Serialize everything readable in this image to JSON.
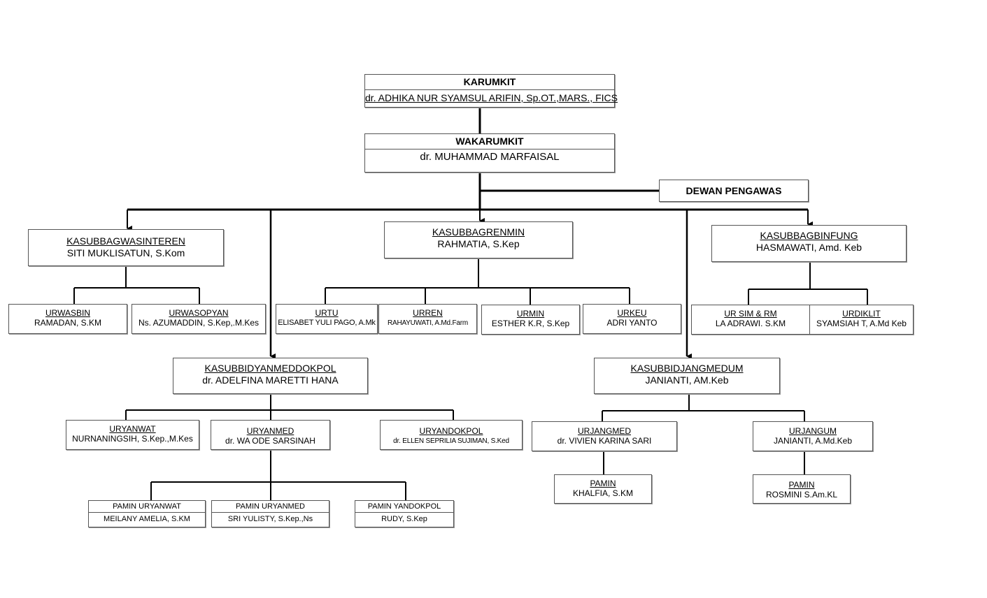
{
  "karumkit": {
    "title": "KARUMKIT",
    "name": "dr. ADHIKA NUR SYAMSUL ARIFIN, Sp.OT.,MARS., FICS"
  },
  "wakarumkit": {
    "title": "WAKARUMKIT",
    "name": "dr. MUHAMMAD MARFAISAL"
  },
  "dewan_pengawas": {
    "title": "DEWAN PENGAWAS"
  },
  "kasubbagwasinteren": {
    "title": "KASUBBAGWASINTEREN",
    "name": "SITI MUKLISATUN, S.Kom"
  },
  "kasubbagrenmin": {
    "title": "KASUBBAGRENMIN",
    "name": "RAHMATIA, S.Kep"
  },
  "kasubbagbinfung": {
    "title": "KASUBBAGBINFUNG",
    "name": "HASMAWATI, Amd. Keb"
  },
  "urwasbin": {
    "title": "URWASBIN",
    "name": "RAMADAN, S.KM"
  },
  "urwasopyan": {
    "title": "URWASOPYAN",
    "name": "Ns. AZUMADDIN, S.Kep,.M.Kes"
  },
  "urtu": {
    "title": "URTU",
    "name": "ELISABET YULI PAGO, A.Mk"
  },
  "urren": {
    "title": "URREN",
    "name": "RAHAYUWATI, A.Md.Farm"
  },
  "urmin": {
    "title": "URMIN",
    "name": "ESTHER K.R, S.Kep"
  },
  "urkeu": {
    "title": "URKEU",
    "name": "ADRI YANTO"
  },
  "ur_sim_rm": {
    "title": "UR SIM & RM",
    "name": "LA ADRAWI. S.KM"
  },
  "urdiklit": {
    "title": "URDIKLIT",
    "name": "SYAMSIAH T, A.Md Keb"
  },
  "kasubbidyanmeddokpol": {
    "title": "KASUBBIDYANMEDDOKPOL",
    "name": "dr. ADELFINA MARETTI HANA"
  },
  "kasubbidjangmedum": {
    "title": "KASUBBIDJANGMEDUM",
    "name": "JANIANTI, AM.Keb"
  },
  "uryanwat": {
    "title": "URYANWAT",
    "name": "NURNANINGSIH, S.Kep.,M.Kes"
  },
  "uryanmed": {
    "title": "URYANMED",
    "name": "dr. WA ODE SARSINAH"
  },
  "uryandokpol": {
    "title": "URYANDOKPOL",
    "name": "dr. ELLEN SEPRILIA SUJIMAN, S.Ked"
  },
  "urjangmed": {
    "title": "URJANGMED",
    "name": "dr. VIVIEN KARINA SARI"
  },
  "urjangum": {
    "title": "URJANGUM",
    "name": "JANIANTI, A.Md.Keb"
  },
  "pamin_uryanwat": {
    "title": "PAMIN URYANWAT",
    "name": "MEILANY AMELIA, S.KM"
  },
  "pamin_uryanmed": {
    "title": "PAMIN URYANMED",
    "name": "SRI YULISTY, S.Kep.,Ns"
  },
  "pamin_yandokpol": {
    "title": "PAMIN YANDOKPOL",
    "name": "RUDY, S.Kep"
  },
  "pamin_urjangmed": {
    "title": "PAMIN",
    "name": "KHALFIA, S.KM"
  },
  "pamin_urjangum": {
    "title": "PAMIN",
    "name": "ROSMINI S.Am.KL"
  }
}
